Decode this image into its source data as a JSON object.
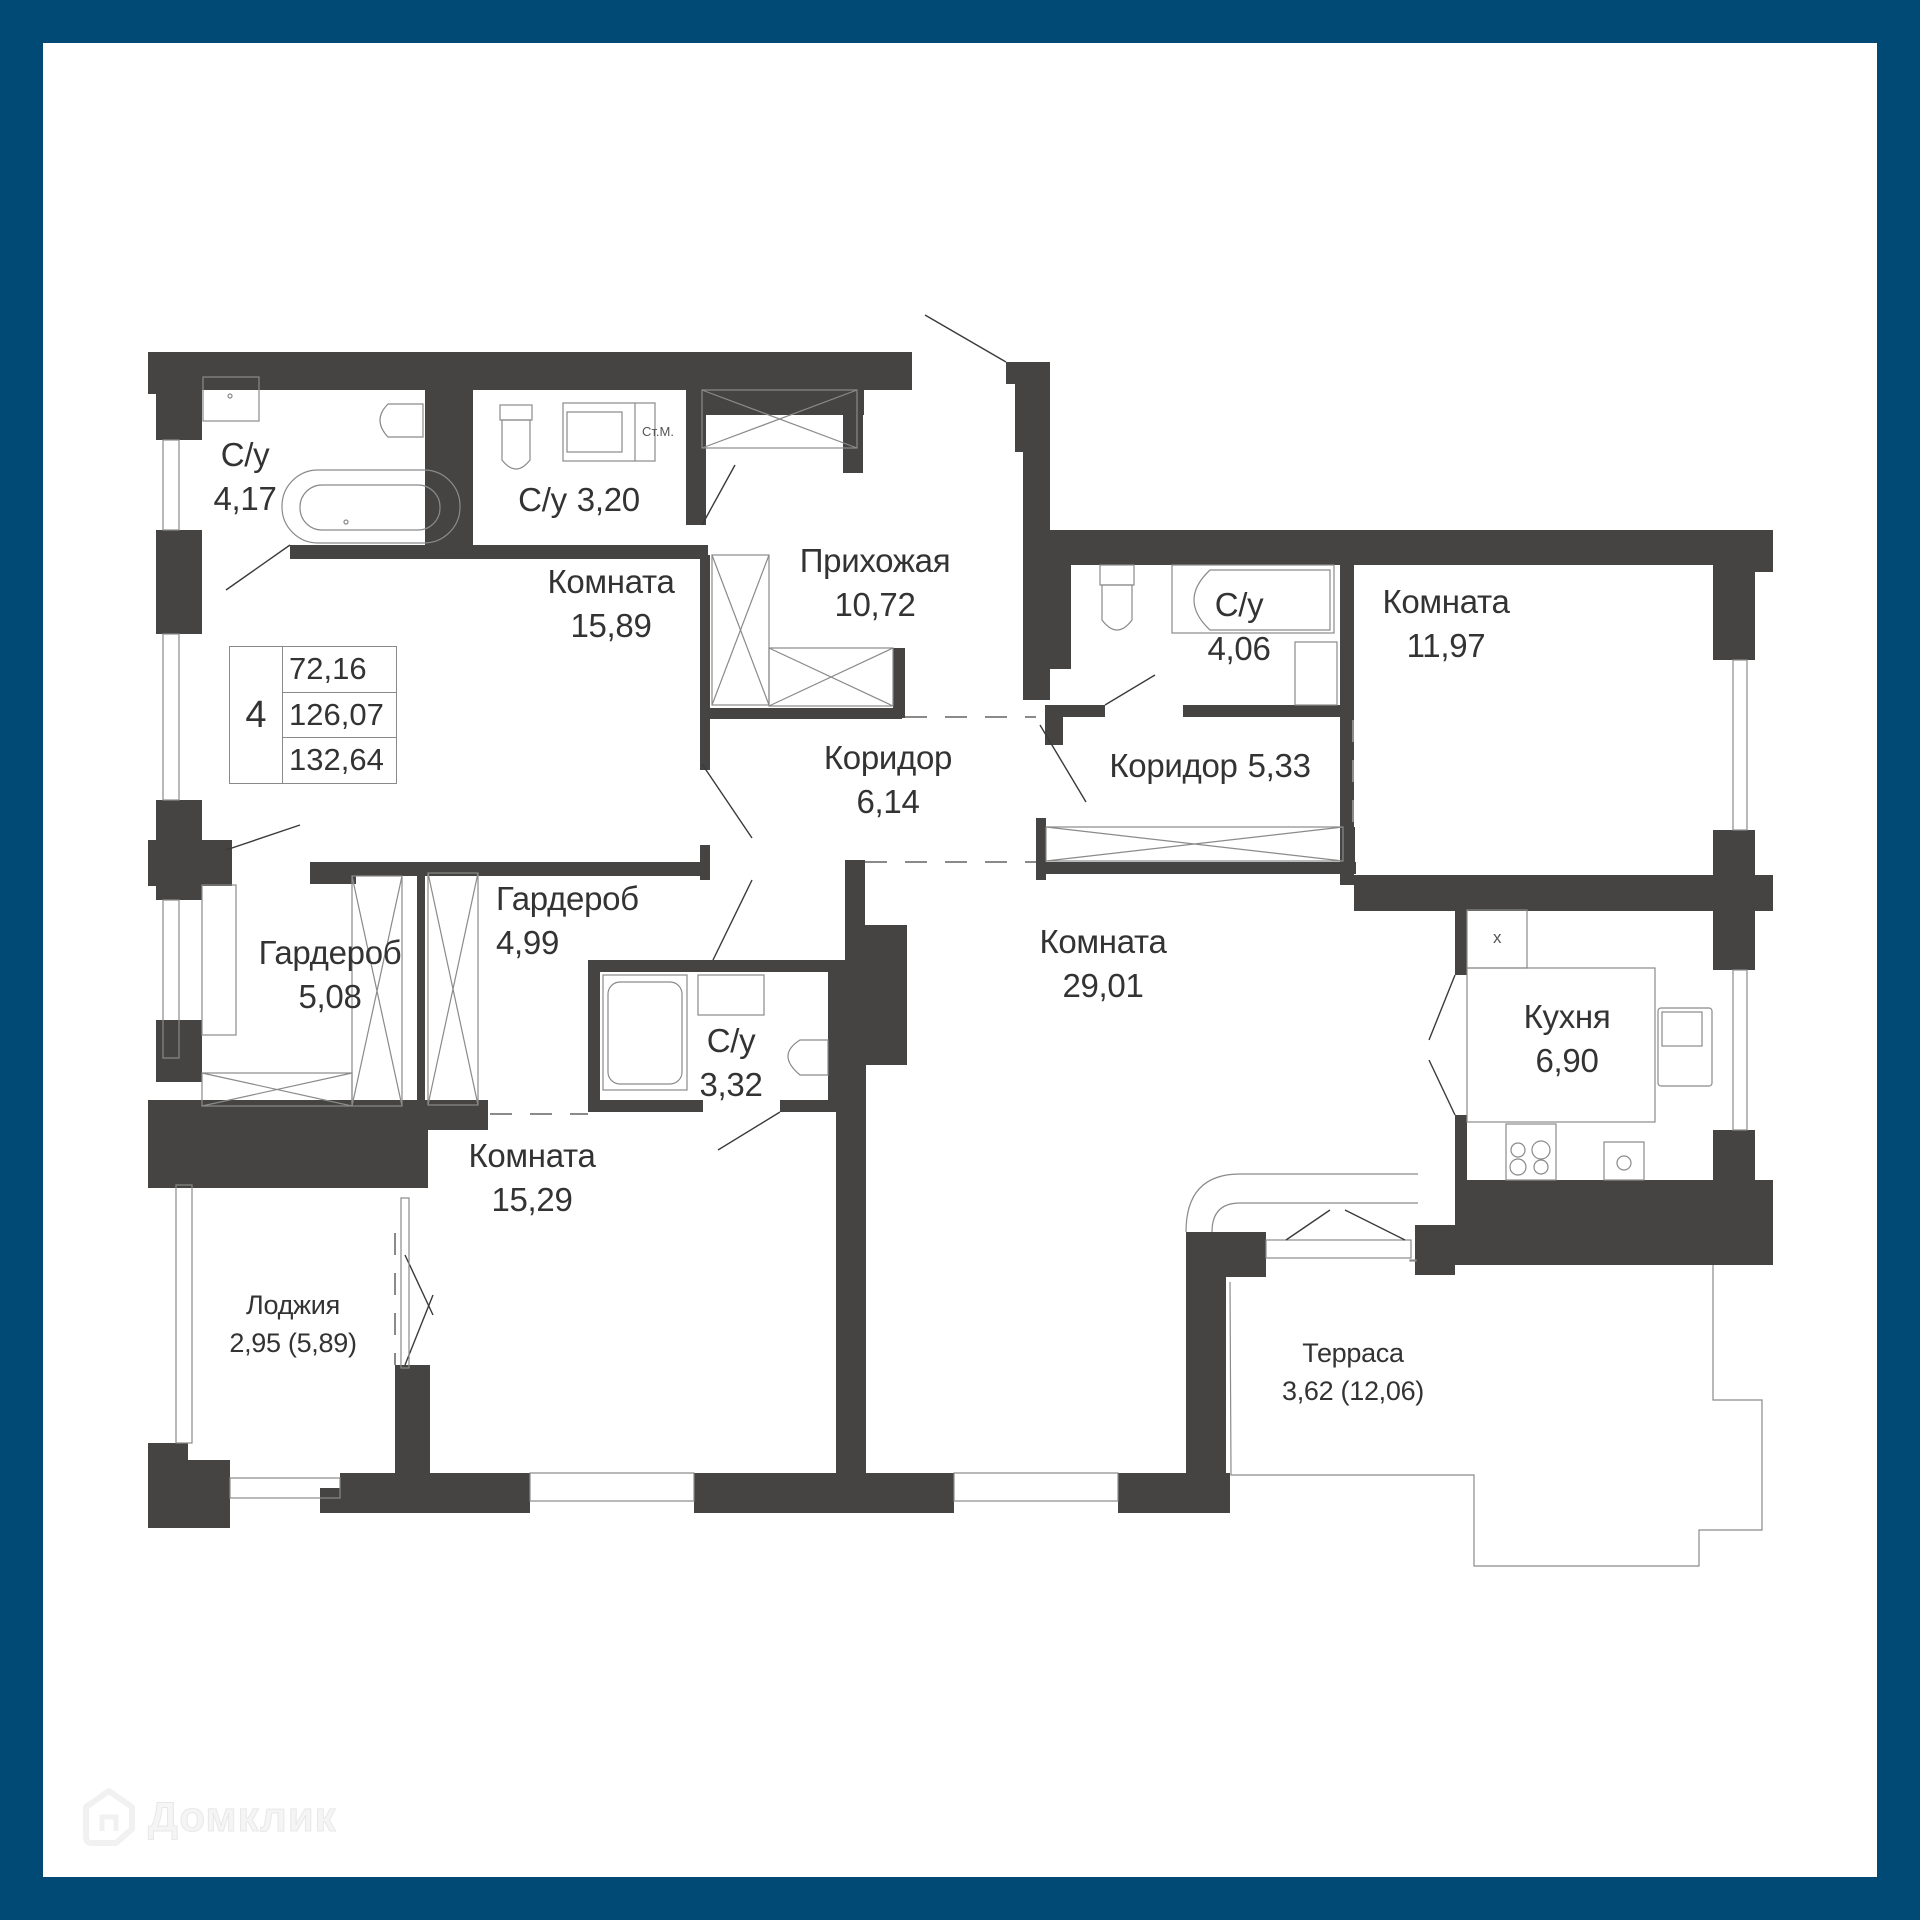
{
  "colors": {
    "frame": "#004a75",
    "wall": "#454442",
    "background": "#ffffff",
    "text": "#333333"
  },
  "summary": {
    "rooms_count": "4",
    "living_area": "72,16",
    "total_area": "126,07",
    "total_area_with_outdoor": "132,64"
  },
  "rooms": [
    {
      "id": "bath-1",
      "name": "С/у",
      "area": "4,17"
    },
    {
      "id": "bath-2",
      "name": "С/у",
      "area": "3,20"
    },
    {
      "id": "hallway",
      "name": "Прихожая",
      "area": "10,72"
    },
    {
      "id": "room-1",
      "name": "Комната",
      "area": "15,89"
    },
    {
      "id": "bath-3",
      "name": "С/у",
      "area": "4,06"
    },
    {
      "id": "room-2",
      "name": "Комната",
      "area": "11,97"
    },
    {
      "id": "corridor-1",
      "name": "Коридор",
      "area": "6,14"
    },
    {
      "id": "corridor-2",
      "name": "Коридор",
      "area": "5,33"
    },
    {
      "id": "wardrobe-1",
      "name": "Гардероб",
      "area": "5,08"
    },
    {
      "id": "wardrobe-2",
      "name": "Гардероб",
      "area": "4,99"
    },
    {
      "id": "bath-4",
      "name": "С/у",
      "area": "3,32"
    },
    {
      "id": "room-3",
      "name": "Комната",
      "area": "29,01"
    },
    {
      "id": "kitchen",
      "name": "Кухня",
      "area": "6,90"
    },
    {
      "id": "room-4",
      "name": "Комната",
      "area": "15,29"
    },
    {
      "id": "loggia",
      "name": "Лоджия",
      "area": "2,95 (5,89)"
    },
    {
      "id": "terrace",
      "name": "Терраса",
      "area": "3,62  (12,06)"
    }
  ],
  "fixtures": {
    "washing_machine_label": "Ст.М.",
    "kitchen_mark": "x"
  },
  "watermark": {
    "text": "Домклик",
    "icon": "house-logo-icon"
  }
}
